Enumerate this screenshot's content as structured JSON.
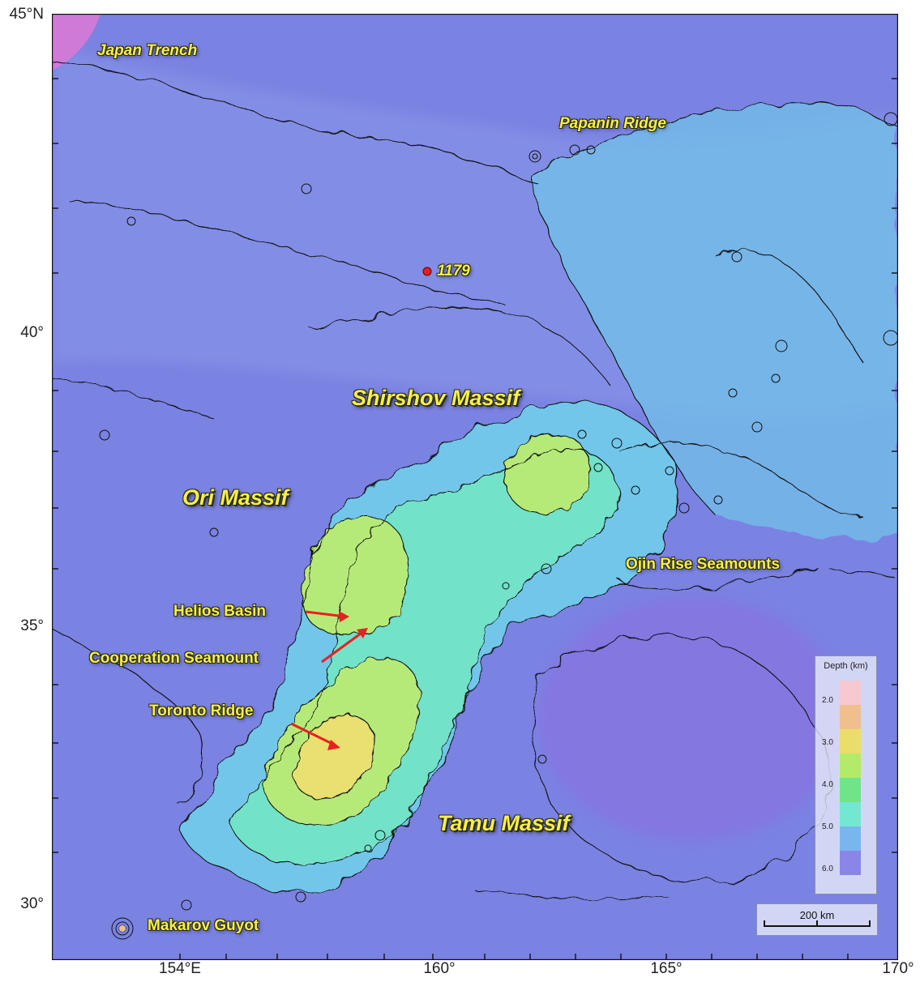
{
  "axes": {
    "lat_labels": [
      {
        "value": 45,
        "text": "45°N"
      },
      {
        "value": 40,
        "text": "40°"
      },
      {
        "value": 35,
        "text": "35°"
      },
      {
        "value": 30,
        "text": "30°"
      }
    ],
    "lon_labels": [
      {
        "value": 154,
        "text": "154°E"
      },
      {
        "value": 160,
        "text": "160°"
      },
      {
        "value": 165,
        "text": "165°"
      },
      {
        "value": 170,
        "text": "170°"
      }
    ]
  },
  "features": {
    "japan_trench": "Japan Trench",
    "papanin_ridge": "Papanin Ridge",
    "site_1179": "1179",
    "shirshov_massif": "Shirshov Massif",
    "ori_massif": "Ori Massif",
    "ojin_rise_seamounts": "Ojin Rise Seamounts",
    "helios_basin": "Helios Basin",
    "cooperation_seamount": "Cooperation Seamount",
    "toronto_ridge": "Toronto Ridge",
    "tamu_massif": "Tamu Massif",
    "makarov_guyot": "Makarov Guyot"
  },
  "legend": {
    "title": "Depth (km)",
    "ticks": [
      "2.0",
      "3.0",
      "4.0",
      "5.0",
      "6.0"
    ],
    "colors": [
      "#f6c8cf",
      "#efc08d",
      "#eadd6a",
      "#b4ea6a",
      "#70e488",
      "#72e8d2",
      "#7ab6ee",
      "#8a86e8"
    ]
  },
  "scalebar": {
    "label": "200 km"
  },
  "colors": {
    "abyssal": "#7a82e2",
    "abyssal_deep": "#8c6fe0",
    "plain": "#8a98e8",
    "rise": "#72c6ea",
    "plateau": "#72e2c8",
    "summit": "#b6ea78",
    "peak": "#e8e070",
    "site_marker": "#e02020",
    "arrow": "#e82020",
    "trench": "#d07ad8"
  }
}
